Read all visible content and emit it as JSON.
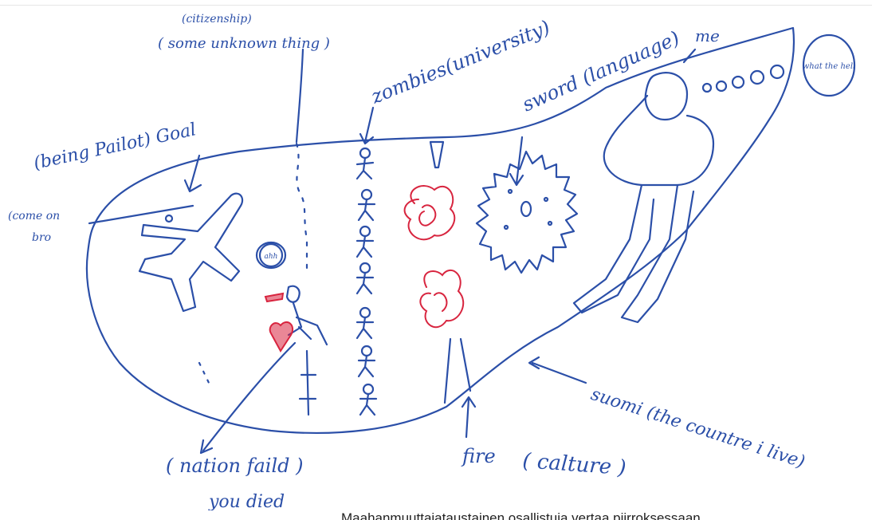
{
  "drawing": {
    "labels": {
      "citizenship": "(citizenship)",
      "some_unknown": "( some unknown thing )",
      "zombies": "zombies(university)",
      "sword": "sword (language)",
      "me": "me",
      "thought": "what the hell",
      "being_pilot": "(being Pailot) Goal",
      "come_on_1": "(come on",
      "come_on_2": "bro",
      "balloon": "ahh",
      "fire": "fire",
      "culture": "( calture )",
      "suomi": "suomi (the countre i live)",
      "nation_failed": "( nation faild )",
      "you_died": "you died"
    },
    "colors": {
      "ink": "#2b4fa8",
      "red_ink": "#d8253f",
      "border": "#e6e6e6"
    }
  },
  "caption": "Maahanmuuttajataustainen osallistuja vertaa piirroksessaan"
}
